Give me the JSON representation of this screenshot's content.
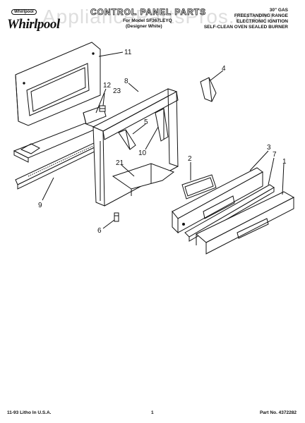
{
  "header": {
    "brand": "Whirlpool",
    "brand_badge": "Whirlpool",
    "title": "CONTROL PANEL PARTS",
    "model_line": "For Model SF367LEYQ",
    "model_variant": "(Designer White)",
    "spec_lines": [
      "30\" GAS",
      "FREESTANDING RANGE",
      "ELECTRONIC IGNITION",
      "SELF-CLEAN OVEN SEALED BURNER"
    ]
  },
  "watermark": "AppliancePartsPros.com",
  "callouts": [
    "11",
    "12",
    "23",
    "8",
    "4",
    "5",
    "10",
    "3",
    "7",
    "1",
    "2",
    "21",
    "9",
    "6"
  ],
  "footer": {
    "left": "11-93 Litho In U.S.A.",
    "page": "1",
    "part_no": "Part No. 4372282"
  }
}
